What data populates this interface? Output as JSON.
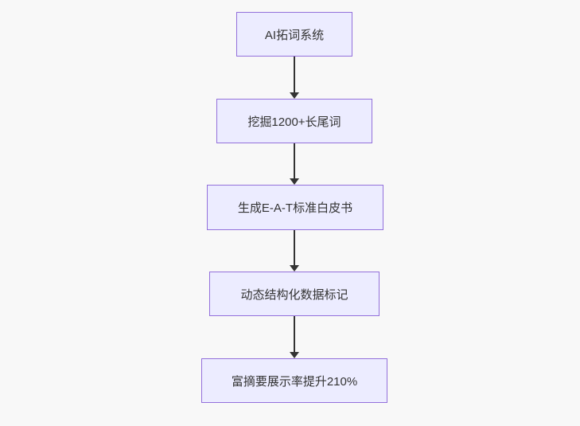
{
  "diagram": {
    "type": "flowchart",
    "direction": "top-down",
    "colors": {
      "background": "#f8f8f8",
      "node_fill": "#ececff",
      "node_border": "#9370db",
      "edge": "#333333",
      "text": "#333333"
    },
    "nodes": [
      {
        "id": "step-1",
        "label": "AI拓词系统"
      },
      {
        "id": "step-2",
        "label": "挖掘1200+长尾词"
      },
      {
        "id": "step-3",
        "label": "生成E-A-T标准白皮书"
      },
      {
        "id": "step-4",
        "label": "动态结构化数据标记"
      },
      {
        "id": "step-5",
        "label": "富摘要展示率提升210%"
      }
    ],
    "edges": [
      {
        "from": "step-1",
        "to": "step-2",
        "arrow": "down"
      },
      {
        "from": "step-2",
        "to": "step-3",
        "arrow": "down"
      },
      {
        "from": "step-3",
        "to": "step-4",
        "arrow": "down"
      },
      {
        "from": "step-4",
        "to": "step-5",
        "arrow": "down"
      }
    ]
  }
}
